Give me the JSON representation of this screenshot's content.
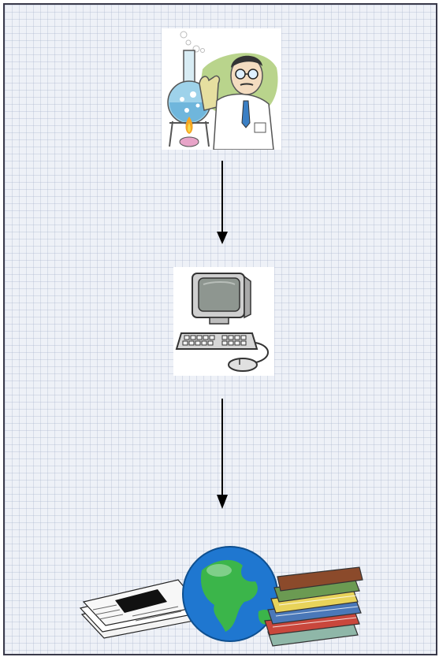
{
  "diagram": {
    "nodes": [
      {
        "icon": "scientist-with-flask-icon"
      },
      {
        "icon": "desktop-computer-icon"
      },
      {
        "icon": "newspaper-globe-books-icon"
      }
    ],
    "edges": [
      {
        "from": 0,
        "to": 1,
        "style": "arrow-down"
      },
      {
        "from": 1,
        "to": 2,
        "style": "arrow-down"
      }
    ],
    "colors": {
      "arrow": "#000000",
      "background": "#eef1f7",
      "grid": "#aab4cd",
      "border": "#3a3a4a"
    }
  }
}
